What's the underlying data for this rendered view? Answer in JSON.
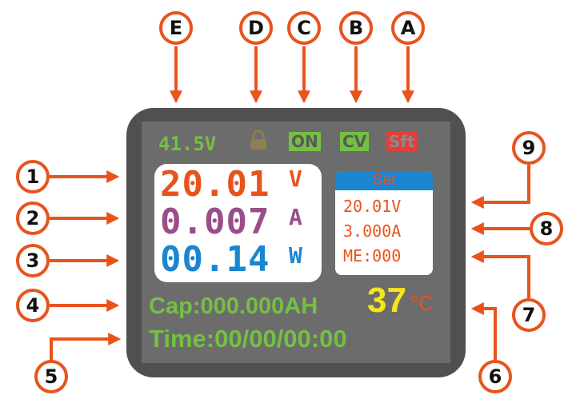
{
  "callouts": {
    "top": [
      "E",
      "D",
      "C",
      "B",
      "A"
    ],
    "left": [
      "1",
      "2",
      "3",
      "4",
      "5"
    ],
    "right": [
      "9",
      "8",
      "7",
      "6"
    ]
  },
  "status_bar": {
    "input_voltage": "41.5V",
    "lock_icon": "padlock-icon",
    "output_state": "ON",
    "mode": "CV",
    "sft_label": "Sft"
  },
  "readout": {
    "voltage": "20.01",
    "voltage_unit": "V",
    "current": "0.007",
    "current_unit": "A",
    "power": "00.14",
    "power_unit": "W"
  },
  "set_panel": {
    "header": "Set",
    "voltage": "20.01V",
    "current": "3.000A",
    "memory": "ME:000"
  },
  "capacity": {
    "label": "Cap:000.000AH"
  },
  "temperature": {
    "value": "37",
    "unit": "°C"
  },
  "time": {
    "label": "Time:00/00/00:00"
  },
  "colors": {
    "device_body": "#505050",
    "screen": "#6c6c6c",
    "voltage": "#e8531d",
    "current": "#9a4e89",
    "power": "#1a86d0",
    "green_text": "#74c043",
    "temperature": "#f5e61b",
    "callout_border": "#e8531d",
    "sft_badge": "#e53c3c"
  }
}
